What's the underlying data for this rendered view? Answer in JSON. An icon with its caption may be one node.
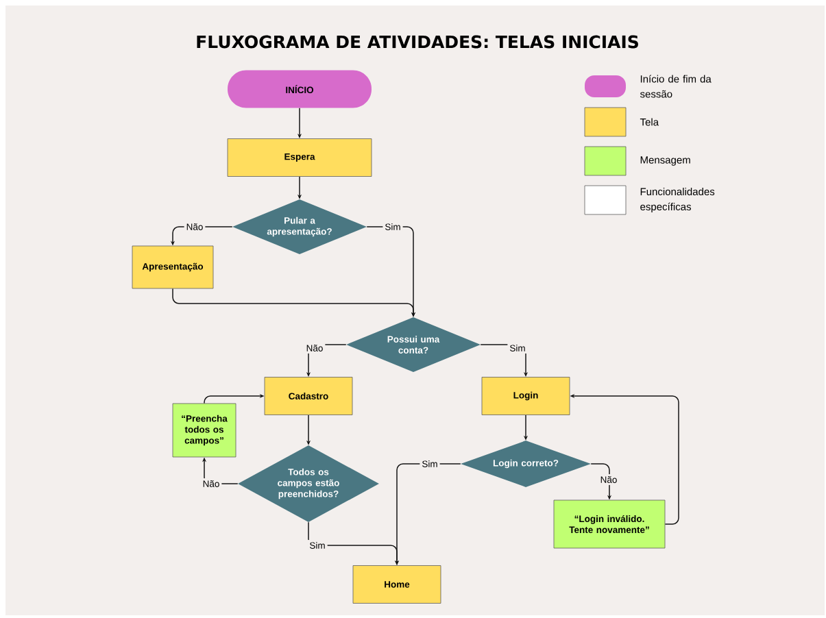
{
  "diagram": {
    "title": "FLUXOGRAMA DE ATIVIDADES: TELAS INICIAIS",
    "nodes": [
      {
        "text": [
          "INÍCIO"
        ]
      },
      {
        "text": [
          "Espera"
        ]
      },
      {
        "text": [
          "Pular a apresentação?"
        ]
      },
      {
        "text": [
          "Apresentação"
        ]
      },
      {
        "text": [
          "Possui uma conta?"
        ]
      },
      {
        "text": [
          "Cadastro"
        ]
      },
      {
        "text": [
          "Login"
        ]
      },
      {
        "text": [
          "“Preencha todos os campos”"
        ]
      },
      {
        "text": [
          "Todos os campos estão preenchidos?"
        ]
      },
      {
        "text": [
          "Login correto?"
        ]
      },
      {
        "text": [
          "“Login inválido. Tente novamente”"
        ]
      },
      {
        "text": [
          "Home"
        ]
      }
    ],
    "edges": [
      {
        "from": 0,
        "to": 1,
        "arrow": "to"
      },
      {
        "from": 1,
        "to": 2,
        "arrow": "to"
      },
      {
        "from": 2,
        "to": 3,
        "arrow": "to",
        "label": "Não"
      },
      {
        "from": 2,
        "to": 4,
        "arrow": "to",
        "label": "Sim"
      },
      {
        "from": 3,
        "to": 4,
        "arrow": "to"
      },
      {
        "from": 4,
        "to": 5,
        "arrow": "to",
        "label": "Não"
      },
      {
        "from": 4,
        "to": 6,
        "arrow": "to",
        "label": "Sim"
      },
      {
        "from": 5,
        "to": 8,
        "arrow": "to"
      },
      {
        "from": 8,
        "to": 7,
        "arrow": "to",
        "label": "Não"
      },
      {
        "from": 7,
        "to": 5,
        "arrow": "to"
      },
      {
        "from": 8,
        "to": 11,
        "arrow": "to",
        "label": "Sim"
      },
      {
        "from": 6,
        "to": 9,
        "arrow": "to"
      },
      {
        "from": 9,
        "to": 11,
        "arrow": "to",
        "label": "Sim"
      },
      {
        "from": 9,
        "to": 10,
        "arrow": "to",
        "label": "Não"
      },
      {
        "from": 10,
        "to": 6,
        "arrow": "to"
      }
    ],
    "legend": [
      {
        "text": "Início de fim da sessão",
        "color": "#d76bcb"
      },
      {
        "text": "Tela",
        "color": "#ffdd5e"
      },
      {
        "text": "Mensagem",
        "color": "#c1ff72"
      },
      {
        "text": "Funcionalidades específicas",
        "color": "#ffffff"
      }
    ]
  }
}
